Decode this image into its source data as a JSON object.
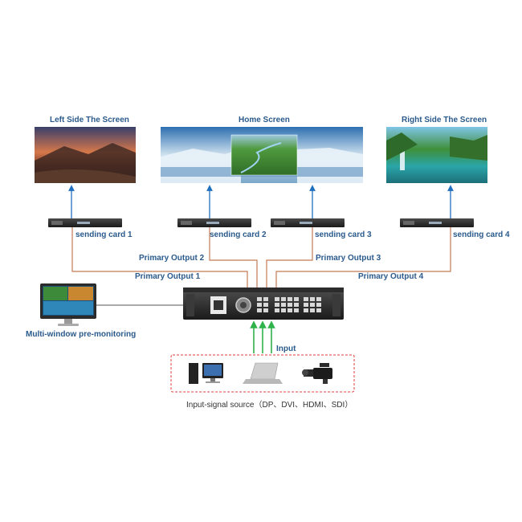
{
  "screens": {
    "left_title": "Left Side The Screen",
    "home_title": "Home Screen",
    "right_title": "Right Side The Screen"
  },
  "sending_cards": [
    "sending card 1",
    "sending card 2",
    "sending card 3",
    "sending card 4"
  ],
  "outputs": [
    "Primary Output  1",
    "Primary Output  2",
    "Primary Output  3",
    "Primary Output  4"
  ],
  "monitor_label": "Multi-window pre-monitoring",
  "input_label": "Input",
  "source_caption": "Input-signal source（DP、DVI、HDMI、SDI）",
  "colors": {
    "label_blue": "#2a5a8c",
    "arrow_blue": "#1f6fc0",
    "output_line": "#c57a55",
    "input_arrow": "#2fb34a",
    "source_border": "#e23b3b"
  },
  "icons": [
    "desktop-computer-icon",
    "laptop-icon",
    "video-camera-icon"
  ]
}
